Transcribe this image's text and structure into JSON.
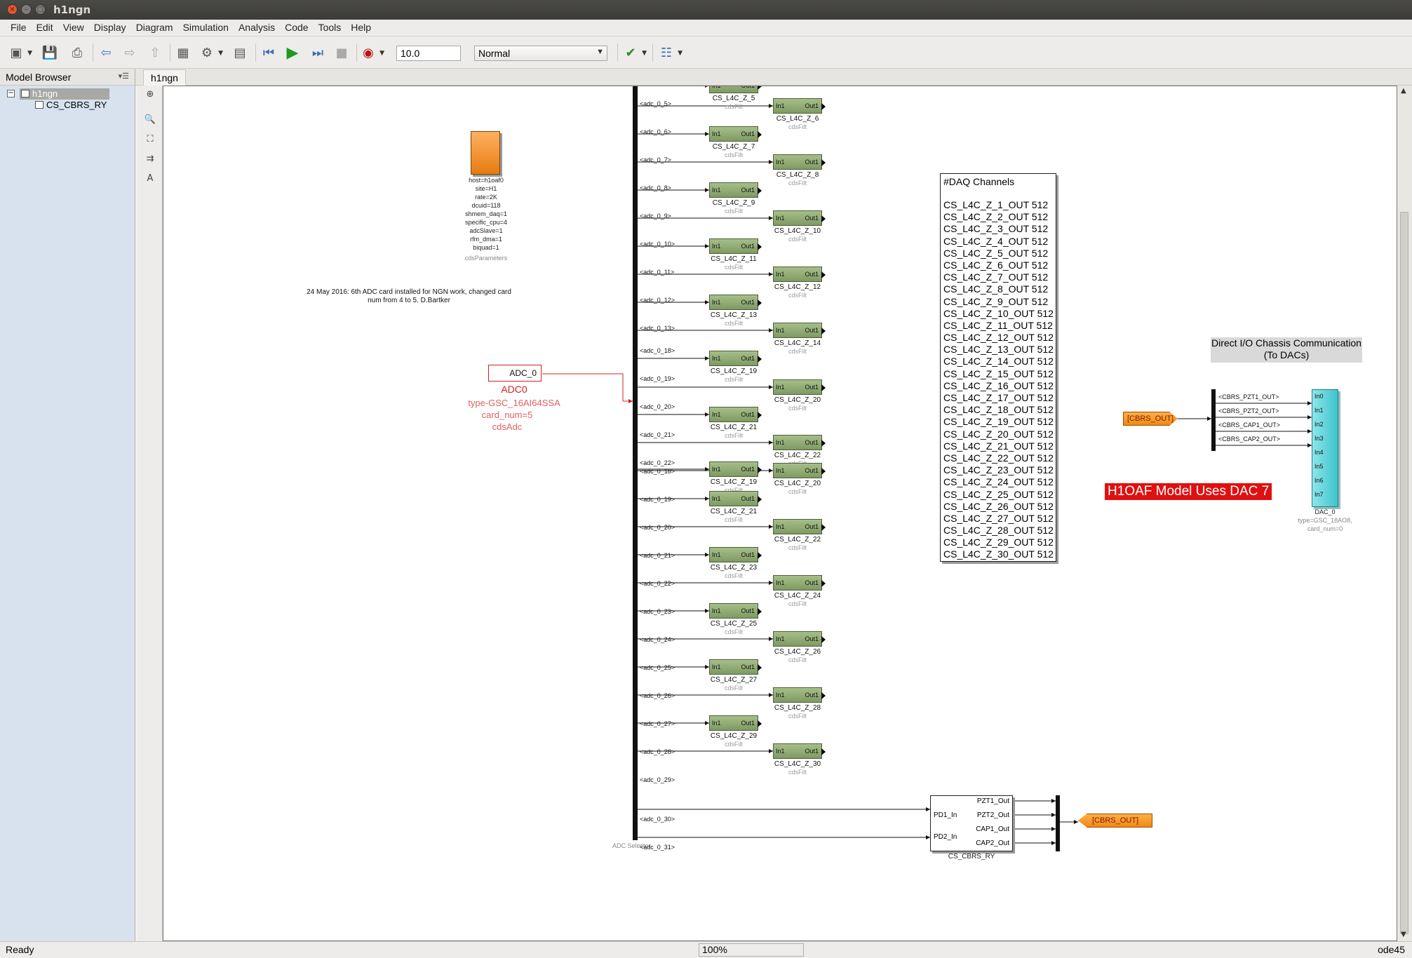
{
  "window": {
    "title": "h1ngn"
  },
  "menu": [
    "File",
    "Edit",
    "View",
    "Display",
    "Diagram",
    "Simulation",
    "Analysis",
    "Code",
    "Tools",
    "Help"
  ],
  "toolbar": {
    "icons": [
      "new-model-icon",
      "save-icon",
      "print-icon",
      "back-icon",
      "forward-icon",
      "up-icon",
      "library-browser-icon",
      "model-settings-icon",
      "model-explorer-icon",
      "step-back-icon",
      "run-icon",
      "step-forward-icon",
      "stop-icon",
      "record-icon",
      "check-icon",
      "data-inspector-icon"
    ],
    "stop_time": "10.0",
    "sim_mode": "Normal"
  },
  "tab": {
    "label": "h1ngn"
  },
  "model_browser": {
    "title": "Model Browser",
    "items": [
      {
        "label": "h1ngn",
        "selected": true
      },
      {
        "label": "CS_CBRS_RY",
        "selected": false
      }
    ]
  },
  "status": {
    "text": "Ready",
    "zoom": "100%",
    "solver": "ode45"
  },
  "diagram": {
    "params": {
      "lines": [
        "host=h1oaf0",
        "site=H1",
        "rate=2K",
        "dcuid=118",
        "shmem_daq=1",
        "specific_cpu=4",
        "adcSlave=1",
        "rfm_dma=1",
        "biquad=1"
      ],
      "lib": "cdsParameters"
    },
    "note": "24 May 2016: 6th ADC card installed for NGN work, changed card num from 4 to 5. D.Bartker",
    "adc": {
      "label": "ADC_0",
      "name": "ADC0",
      "type": "type-GSC_16AI64SSA",
      "card_num": "card_num=5",
      "lib": "cdsAdc"
    },
    "selector_label": "ADC Selector",
    "filt_in": "In1",
    "filt_out": "Out1",
    "filt_lib": "cdsFilt",
    "signals": [
      "<adc_0_5>",
      "<adc_0_6>",
      "<adc_0_7>",
      "<adc_0_8>",
      "<adc_0_9>",
      "<adc_0_10>",
      "<adc_0_11>",
      "<adc_0_12>",
      "<adc_0_13>",
      "<adc_0_18>",
      "<adc_0_19>",
      "<adc_0_20>",
      "<adc_0_21>",
      "<adc_0_22>",
      "<adc_0_18>",
      "<adc_0_19>",
      "<adc_0_20>",
      "<adc_0_21>",
      "<adc_0_22>",
      "<adc_0_23>",
      "<adc_0_24>",
      "<adc_0_25>",
      "<adc_0_26>",
      "<adc_0_27>",
      "<adc_0_28>",
      "<adc_0_29>",
      "<adc_0_30>",
      "<adc_0_31>"
    ],
    "filters": [
      "CS_L4C_Z_5",
      "CS_L4C_Z_6",
      "CS_L4C_Z_7",
      "CS_L4C_Z_8",
      "CS_L4C_Z_9",
      "CS_L4C_Z_10",
      "CS_L4C_Z_11",
      "CS_L4C_Z_12",
      "CS_L4C_Z_13",
      "CS_L4C_Z_14",
      "CS_L4C_Z_19",
      "CS_L4C_Z_20",
      "CS_L4C_Z_21",
      "CS_L4C_Z_22",
      "CS_L4C_Z_19",
      "CS_L4C_Z_20",
      "CS_L4C_Z_21",
      "CS_L4C_Z_22",
      "CS_L4C_Z_23",
      "CS_L4C_Z_24",
      "CS_L4C_Z_25",
      "CS_L4C_Z_26",
      "CS_L4C_Z_27",
      "CS_L4C_Z_28",
      "CS_L4C_Z_29",
      "CS_L4C_Z_30"
    ],
    "daq": {
      "title": "#DAQ Channels",
      "lines": [
        "CS_L4C_Z_1_OUT 512",
        "CS_L4C_Z_2_OUT 512",
        "CS_L4C_Z_3_OUT 512",
        "CS_L4C_Z_4_OUT 512",
        "CS_L4C_Z_5_OUT 512",
        "CS_L4C_Z_6_OUT 512",
        "CS_L4C_Z_7_OUT 512",
        "CS_L4C_Z_8_OUT 512",
        "CS_L4C_Z_9_OUT 512",
        "CS_L4C_Z_10_OUT 512",
        "CS_L4C_Z_11_OUT 512",
        "CS_L4C_Z_12_OUT 512",
        "CS_L4C_Z_13_OUT 512",
        "CS_L4C_Z_14_OUT 512",
        "CS_L4C_Z_15_OUT 512",
        "CS_L4C_Z_16_OUT 512",
        "CS_L4C_Z_17_OUT 512",
        "CS_L4C_Z_18_OUT 512",
        "CS_L4C_Z_19_OUT 512",
        "CS_L4C_Z_20_OUT 512",
        "CS_L4C_Z_21_OUT 512",
        "CS_L4C_Z_22_OUT 512",
        "CS_L4C_Z_23_OUT 512",
        "CS_L4C_Z_24_OUT 512",
        "CS_L4C_Z_25_OUT 512",
        "CS_L4C_Z_26_OUT 512",
        "CS_L4C_Z_27_OUT 512",
        "CS_L4C_Z_28_OUT 512",
        "CS_L4C_Z_29_OUT 512",
        "CS_L4C_Z_30_OUT 512"
      ]
    },
    "direct_io": {
      "line1": "Direct I/O Chassis Communication",
      "line2": "(To DACs)"
    },
    "warning": "H1OAF Model Uses DAC 7",
    "goto_label": "[CBRS_OUT]",
    "dac_signals": [
      "<CBRS_PZT1_OUT>",
      "<CBRS_PZT2_OUT>",
      "<CBRS_CAP1_OUT>",
      "<CBRS_CAP2_OUT>"
    ],
    "dac": {
      "ports": [
        "In0",
        "In1",
        "In2",
        "In3",
        "In4",
        "In5",
        "In6",
        "In7"
      ],
      "name": "DAC_0",
      "type": "type=GSC_18AO8,",
      "card_num": "card_num=0"
    },
    "cbrs": {
      "inputs": [
        "PD1_In",
        "PD2_In"
      ],
      "outputs": [
        "PZT1_Out",
        "PZT2_Out",
        "CAP1_Out",
        "CAP2_Out"
      ],
      "name": "CS_CBRS_RY"
    },
    "colors": {
      "filter": "#8fac70",
      "dac": "#3ec3cc",
      "goto": "#f08a12",
      "warning": "#e01010",
      "adc": "#d02020"
    }
  }
}
